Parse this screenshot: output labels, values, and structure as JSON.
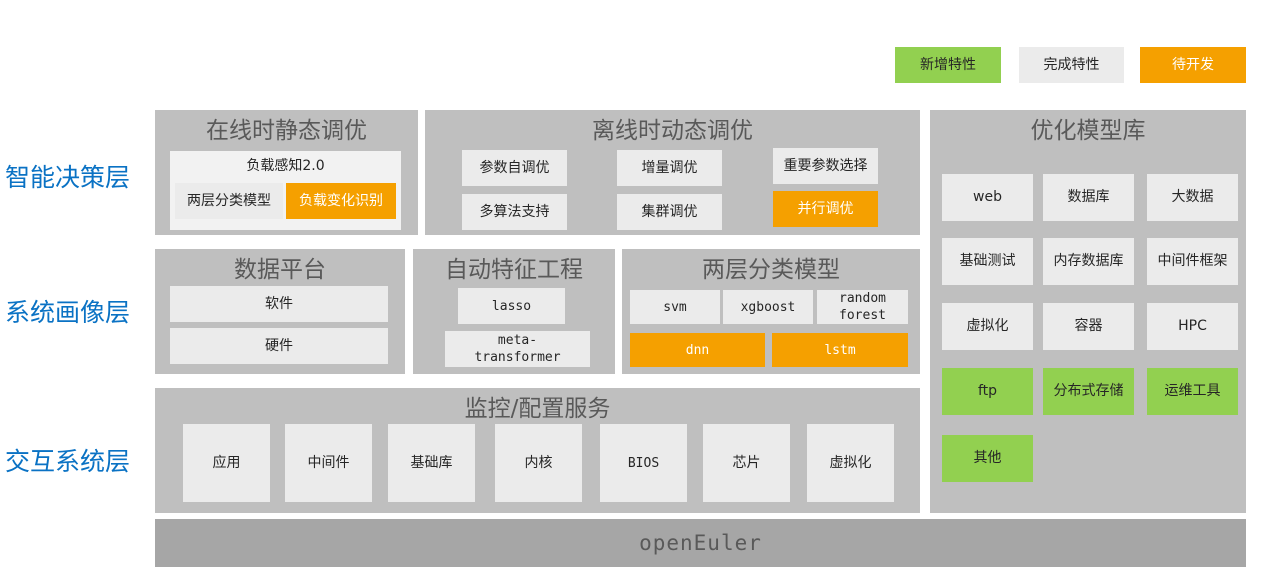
{
  "legend": {
    "new": "新增特性",
    "done": "完成特性",
    "todo": "待开发"
  },
  "colors": {
    "new": "#92d050",
    "done": "#ebebeb",
    "todo": "#f5a000",
    "layer_label": "#0a72c4",
    "panel": "#bfbfbf"
  },
  "layers": [
    "智能决策层",
    "系统画像层",
    "交互系统层"
  ],
  "online_tuning": {
    "title": "在线时静态调优",
    "subtitle": "负载感知2.0",
    "items": [
      "两层分类模型",
      "负载变化识别"
    ]
  },
  "offline_tuning": {
    "title": "离线时动态调优",
    "items": [
      "参数自调优",
      "多算法支持",
      "增量调优",
      "集群调优",
      "重要参数选择",
      "并行调优"
    ]
  },
  "data_platform": {
    "title": "数据平台",
    "items": [
      "软件",
      "硬件"
    ]
  },
  "feature_engineering": {
    "title": "自动特征工程",
    "items": [
      "lasso",
      "meta-\ntransformer"
    ]
  },
  "two_layer_model": {
    "title": "两层分类模型",
    "items": [
      "svm",
      "xgboost",
      "random\nforest",
      "dnn",
      "lstm"
    ]
  },
  "monitoring": {
    "title": "监控/配置服务",
    "items": [
      "应用",
      "中间件",
      "基础库",
      "内核",
      "BIOS",
      "芯片",
      "虚拟化"
    ]
  },
  "model_library": {
    "title": "优化模型库",
    "items": [
      "web",
      "数据库",
      "大数据",
      "基础测试",
      "内存数据库",
      "中间件框架",
      "虚拟化",
      "容器",
      "HPC",
      "ftp",
      "分布式存储",
      "运维工具",
      "其他"
    ]
  },
  "base": {
    "label": "openEuler"
  }
}
